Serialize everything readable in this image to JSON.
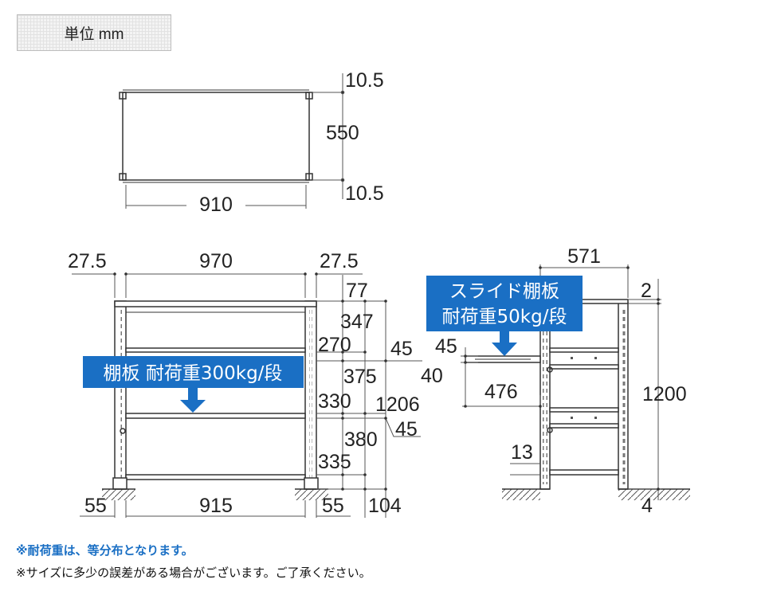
{
  "unit_label": "単位 mm",
  "top_view": {
    "w": "910",
    "d": "550",
    "t1": "10.5",
    "t2": "10.5"
  },
  "front_view": {
    "side_l": "27.5",
    "inner": "970",
    "side_r": "27.5",
    "h77": "77",
    "h347": "347",
    "h270": "270",
    "h375": "375",
    "h330": "330",
    "h1206": "1206",
    "h380": "380",
    "h45": "45",
    "h335": "335",
    "h104": "104",
    "foot_l": "55",
    "span": "915",
    "foot_r": "55",
    "callout": "棚板 耐荷重300kg/段"
  },
  "side_view": {
    "depth": "571",
    "top2": "2",
    "h1200": "1200",
    "d45h": "45",
    "d45v": "45",
    "d40": "40",
    "d476": "476",
    "d13": "13",
    "d4": "4",
    "callout_line1": "スライド棚板",
    "callout_line2": "耐荷重50kg/段"
  },
  "notes": {
    "load": "※耐荷重は、等分布となります。",
    "size": "※サイズに多少の誤差がある場合がございます。ご了承ください。"
  },
  "colors": {
    "accent": "#1a6fc4",
    "line": "#333333",
    "dim": "#555555"
  }
}
